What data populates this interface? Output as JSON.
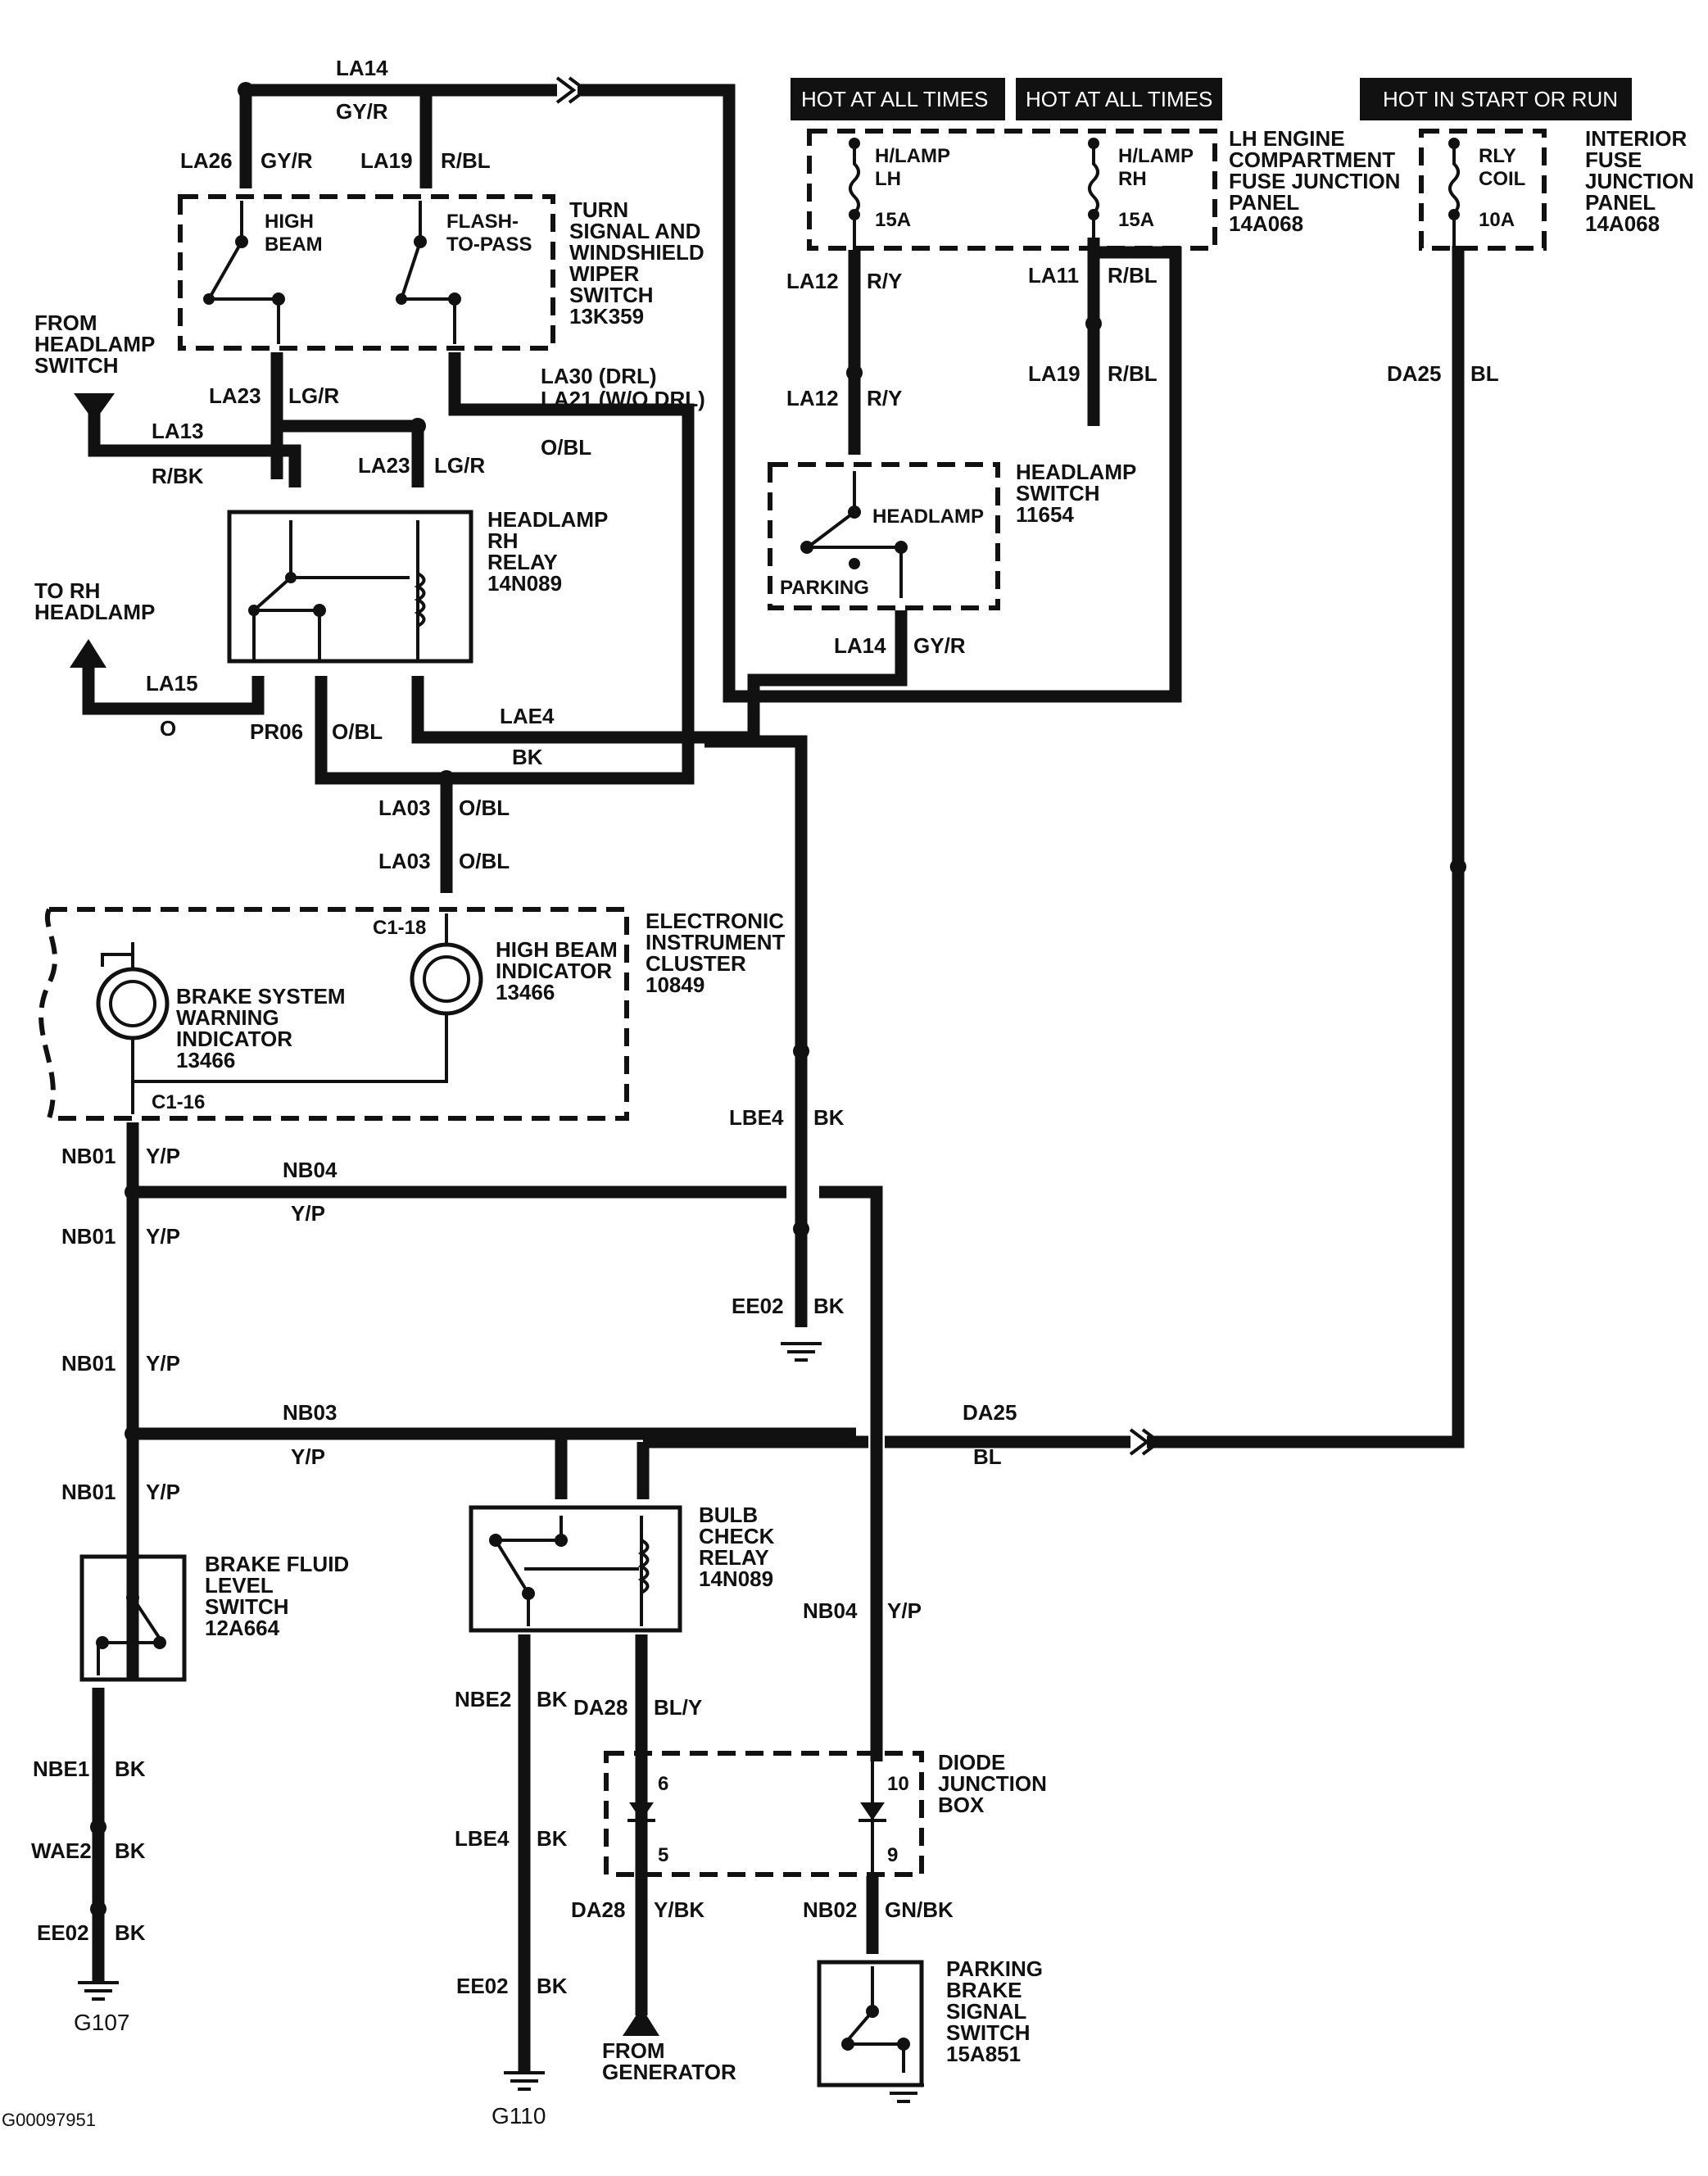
{
  "hot_labels": {
    "h1": "HOT AT ALL TIMES",
    "h2": "HOT AT ALL TIMES",
    "h3": "HOT IN START OR RUN"
  },
  "components": {
    "lh_fuse_panel": [
      "LH ENGINE",
      "COMPARTMENT",
      "FUSE JUNCTION",
      "PANEL",
      "14A068"
    ],
    "interior_fuse_panel": [
      "INTERIOR",
      "FUSE",
      "JUNCTION",
      "PANEL",
      "14A068"
    ],
    "turn_signal_switch": [
      "TURN",
      "SIGNAL AND",
      "WINDSHIELD",
      "WIPER",
      "SWITCH",
      "13K359"
    ],
    "headlamp_switch": [
      "HEADLAMP",
      "SWITCH",
      "11654"
    ],
    "headlamp_rh_relay": [
      "HEADLAMP",
      "RH",
      "RELAY",
      "14N089"
    ],
    "instrument_cluster": [
      "ELECTRONIC",
      "INSTRUMENT",
      "CLUSTER",
      "10849"
    ],
    "high_beam_indicator": [
      "HIGH BEAM",
      "INDICATOR",
      "13466"
    ],
    "brake_warning_indicator": [
      "BRAKE SYSTEM",
      "WARNING",
      "INDICATOR",
      "13466"
    ],
    "brake_fluid_switch": [
      "BRAKE FLUID",
      "LEVEL",
      "SWITCH",
      "12A664"
    ],
    "bulb_check_relay": [
      "BULB",
      "CHECK",
      "RELAY",
      "14N089"
    ],
    "diode_junction_box": [
      "DIODE",
      "JUNCTION",
      "BOX"
    ],
    "parking_brake_switch": [
      "PARKING",
      "BRAKE",
      "SIGNAL",
      "SWITCH",
      "15A851"
    ],
    "from_headlamp_switch": [
      "FROM",
      "HEADLAMP",
      "SWITCH"
    ],
    "to_rh_headlamp": [
      "TO RH",
      "HEADLAMP"
    ],
    "from_generator": [
      "FROM",
      "GENERATOR"
    ]
  },
  "inner_labels": {
    "hlamp_lh": [
      "H/LAMP",
      "LH",
      "15A"
    ],
    "hlamp_rh": [
      "H/LAMP",
      "RH",
      "15A"
    ],
    "rly_coil": [
      "RLY",
      "COIL",
      "10A"
    ],
    "high_beam": [
      "HIGH",
      "BEAM"
    ],
    "flash_to_pass": [
      "FLASH-",
      "TO-PASS"
    ],
    "headlamp_pos": "HEADLAMP",
    "parking_pos": "PARKING",
    "pin_c1_18": "C1-18",
    "pin_c1_16": "C1-16",
    "pin_6": "6",
    "pin_5": "5",
    "pin_10": "10",
    "pin_9": "9"
  },
  "wires": {
    "la14_top": [
      "LA14",
      "GY/R"
    ],
    "la26": [
      "LA26",
      "GY/R"
    ],
    "la19_a": [
      "LA19",
      "R/BL"
    ],
    "la12_a": [
      "LA12",
      "R/Y"
    ],
    "la11": [
      "LA11",
      "R/BL"
    ],
    "la12_b": [
      "LA12",
      "R/Y"
    ],
    "la19_b": [
      "LA19",
      "R/BL"
    ],
    "da25_a": [
      "DA25",
      "BL"
    ],
    "la23_a": [
      "LA23",
      "LG/R"
    ],
    "la23_b": [
      "LA23",
      "LG/R"
    ],
    "la30": [
      "LA30 (DRL)",
      "LA21 (W/O DRL)",
      "O/BL"
    ],
    "la13": [
      "LA13",
      "R/BK"
    ],
    "la14_b": [
      "LA14",
      "GY/R"
    ],
    "la15": [
      "LA15",
      "O"
    ],
    "pr06": [
      "PR06",
      "O/BL"
    ],
    "lae4": [
      "LAE4",
      "BK"
    ],
    "la03_a": [
      "LA03",
      "O/BL"
    ],
    "la03_b": [
      "LA03",
      "O/BL"
    ],
    "lbe4_a": [
      "LBE4",
      "BK"
    ],
    "nb01_a": [
      "NB01",
      "Y/P"
    ],
    "nb04_a": [
      "NB04",
      "Y/P"
    ],
    "nb01_b": [
      "NB01",
      "Y/P"
    ],
    "ee02_a": [
      "EE02",
      "BK"
    ],
    "nb01_c": [
      "NB01",
      "Y/P"
    ],
    "nb03": [
      "NB03",
      "Y/P"
    ],
    "da25_b": [
      "DA25",
      "BL"
    ],
    "nb01_d": [
      "NB01",
      "Y/P"
    ],
    "nb04_b": [
      "NB04",
      "Y/P"
    ],
    "nbe1": [
      "NBE1",
      "BK"
    ],
    "wae2": [
      "WAE2",
      "BK"
    ],
    "ee02_b": [
      "EE02",
      "BK"
    ],
    "nbe2": [
      "NBE2",
      "BK"
    ],
    "lbe4_b": [
      "LBE4",
      "BK"
    ],
    "ee02_c": [
      "EE02",
      "BK"
    ],
    "da28_a": [
      "DA28",
      "BL/Y"
    ],
    "da28_b": [
      "DA28",
      "Y/BK"
    ],
    "nb02": [
      "NB02",
      "GN/BK"
    ]
  },
  "grounds": {
    "g107": "G107",
    "g110": "G110"
  },
  "figure_id": "G00097951"
}
